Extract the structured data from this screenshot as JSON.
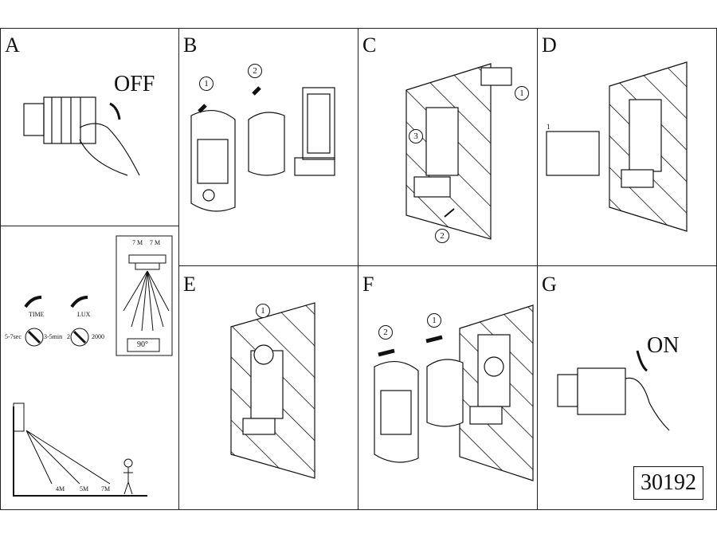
{
  "panels": {
    "a": {
      "letter": "A",
      "off": "OFF"
    },
    "a2": {
      "time_label": "TIME",
      "time_min": "5-7sec",
      "time_max": "3-5min",
      "lux_label": "LUX",
      "lux_min": "2",
      "lux_max": "2000",
      "range_left": "7 M",
      "range_right": "7 M",
      "angle": "90°",
      "dist_1": "4M",
      "dist_2": "5M",
      "dist_3": "7M"
    },
    "b": {
      "letter": "B",
      "steps": [
        "1",
        "2"
      ]
    },
    "c": {
      "letter": "C",
      "steps": [
        "1",
        "2",
        "3"
      ]
    },
    "d": {
      "letter": "D",
      "steps": [
        "1"
      ]
    },
    "e": {
      "letter": "E",
      "steps": [
        "1"
      ]
    },
    "f": {
      "letter": "F",
      "steps": [
        "1",
        "2"
      ]
    },
    "g": {
      "letter": "G",
      "on": "ON"
    }
  },
  "product_code": "30192"
}
